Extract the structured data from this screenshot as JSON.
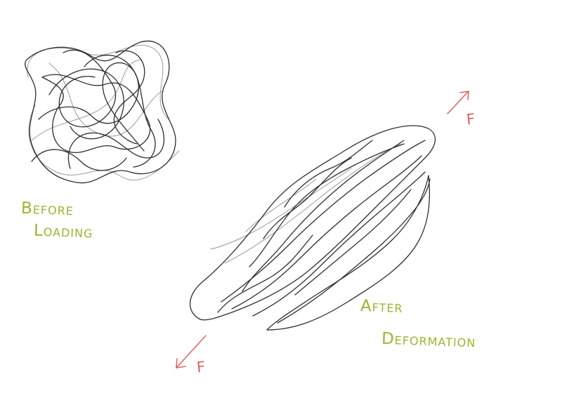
{
  "labels": {
    "before_line1": "Before",
    "before_line2": "Loading",
    "after_line1": "After",
    "after_line2": "Deformation"
  },
  "forces": {
    "top_label": "F",
    "bottom_label": "F"
  },
  "colors": {
    "label": "#9cb52f",
    "force": "#e06060",
    "strands_dark": "#2e2e2e",
    "strands_light": "#9a9a9a"
  }
}
